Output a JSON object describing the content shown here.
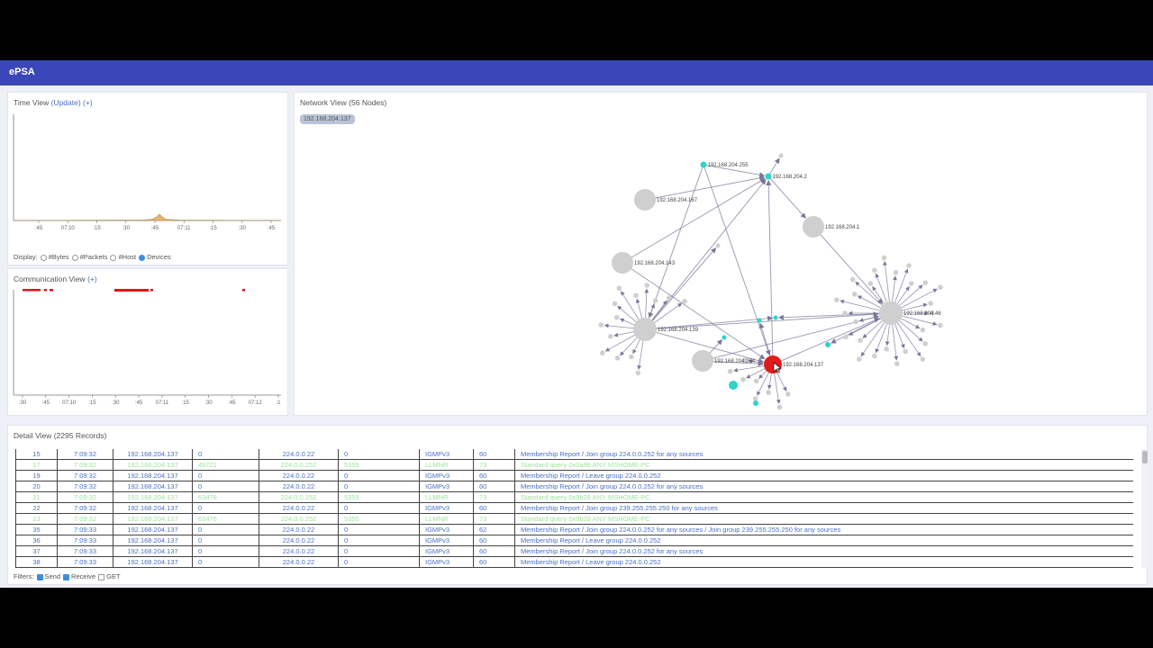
{
  "app": {
    "title": "ePSA"
  },
  "time_view": {
    "title": "Time View",
    "update_link": "(Update)",
    "expand_link": "(+)",
    "x_ticks": [
      ":45",
      "07:10",
      ":15",
      ":30",
      ":45",
      "07:11",
      ":15",
      ":30",
      ":45"
    ],
    "display_label": "Display:",
    "options": [
      {
        "label": "#Bytes",
        "selected": false
      },
      {
        "label": "#Packets",
        "selected": false
      },
      {
        "label": "#Host",
        "selected": false
      },
      {
        "label": "Devices",
        "selected": true
      }
    ]
  },
  "comm_view": {
    "title": "Communication View",
    "expand_link": "(+)",
    "x_ticks": [
      ":30",
      ":45",
      "07:10",
      ":15",
      ":30",
      ":45",
      "07:11",
      ":15",
      ":30",
      ":45",
      "07:12",
      ":1"
    ]
  },
  "network_view": {
    "title": "Network View (56 Nodes)",
    "selected_badge": "192.168.204.137",
    "labels": {
      "n255": "192.168.204.255",
      "n2": "192.168.204.2",
      "n167": "192.168.204.167",
      "n1": "192.168.204.1",
      "n143": "192.168.204.143",
      "n46": "192.168.204.46",
      "n139": "192.168.204.139",
      "n254": "192.168.204.254",
      "n137": "192.168.204.137"
    },
    "colors": {
      "selected": "#e11b1b",
      "multicast": "#2dd4c8",
      "host": "#cfcfcf",
      "edge": "#77789a"
    }
  },
  "detail_view": {
    "title": "Detail View (2295 Records)",
    "rows": [
      {
        "no": "15",
        "time": "7:09:32",
        "src": "192.168.204.137",
        "sport": "0",
        "dst": "224.0.0.22",
        "dport": "0",
        "proto": "IGMPv3",
        "len": "60",
        "info": "Membership Report / Join group 224.0.0.252 for any sources",
        "green": false
      },
      {
        "no": "17",
        "time": "7:09:32",
        "src": "192.168.204.137",
        "sport": "49721",
        "dst": "224.0.0.252",
        "dport": "5355",
        "proto": "LLMNR",
        "len": "73",
        "info": "Standard query 0x0a9b ANY MSHOME-PC",
        "green": true
      },
      {
        "no": "19",
        "time": "7:09:32",
        "src": "192.168.204.137",
        "sport": "0",
        "dst": "224.0.0.22",
        "dport": "0",
        "proto": "IGMPv3",
        "len": "60",
        "info": "Membership Report / Leave group 224.0.0.252",
        "green": false
      },
      {
        "no": "20",
        "time": "7:09:32",
        "src": "192.168.204.137",
        "sport": "0",
        "dst": "224.0.0.22",
        "dport": "0",
        "proto": "IGMPv3",
        "len": "60",
        "info": "Membership Report / Join group 224.0.0.252 for any sources",
        "green": false
      },
      {
        "no": "21",
        "time": "7:09:32",
        "src": "192.168.204.137",
        "sport": "63476",
        "dst": "224.0.0.252",
        "dport": "5355",
        "proto": "LLMNR",
        "len": "73",
        "info": "Standard query 0x9b28 ANY MSHOME-PC",
        "green": true
      },
      {
        "no": "22",
        "time": "7:09:32",
        "src": "192.168.204.137",
        "sport": "0",
        "dst": "224.0.0.22",
        "dport": "0",
        "proto": "IGMPv3",
        "len": "60",
        "info": "Membership Report / Join group 239.255.255.250 for any sources",
        "green": false
      },
      {
        "no": "23",
        "time": "7:09:32",
        "src": "192.168.204.137",
        "sport": "63476",
        "dst": "224.0.0.252",
        "dport": "5355",
        "proto": "LLMNR",
        "len": "73",
        "info": "Standard query 0x9b28 ANY MSHOME-PC",
        "green": true
      },
      {
        "no": "35",
        "time": "7:09:33",
        "src": "192.168.204.137",
        "sport": "0",
        "dst": "224.0.0.22",
        "dport": "0",
        "proto": "IGMPv3",
        "len": "62",
        "info": "Membership Report / Join group 224.0.0.252 for any sources / Join group 239.255.255.250 for any sources",
        "green": false
      },
      {
        "no": "36",
        "time": "7:09:33",
        "src": "192.168.204.137",
        "sport": "0",
        "dst": "224.0.0.22",
        "dport": "0",
        "proto": "IGMPv3",
        "len": "60",
        "info": "Membership Report / Leave group 224.0.0.252",
        "green": false
      },
      {
        "no": "37",
        "time": "7:09:33",
        "src": "192.168.204.137",
        "sport": "0",
        "dst": "224.0.0.22",
        "dport": "0",
        "proto": "IGMPv3",
        "len": "60",
        "info": "Membership Report / Join group 224.0.0.252 for any sources",
        "green": false
      },
      {
        "no": "38",
        "time": "7:09:33",
        "src": "192.168.204.137",
        "sport": "0",
        "dst": "224.0.0.22",
        "dport": "0",
        "proto": "IGMPv3",
        "len": "60",
        "info": "Membership Report / Leave group 224.0.0.252",
        "green": false
      }
    ],
    "filters_label": "Filters:",
    "filters": [
      {
        "label": "Send",
        "checked": true
      },
      {
        "label": "Receive",
        "checked": true
      },
      {
        "label": "GET",
        "checked": false
      }
    ]
  }
}
